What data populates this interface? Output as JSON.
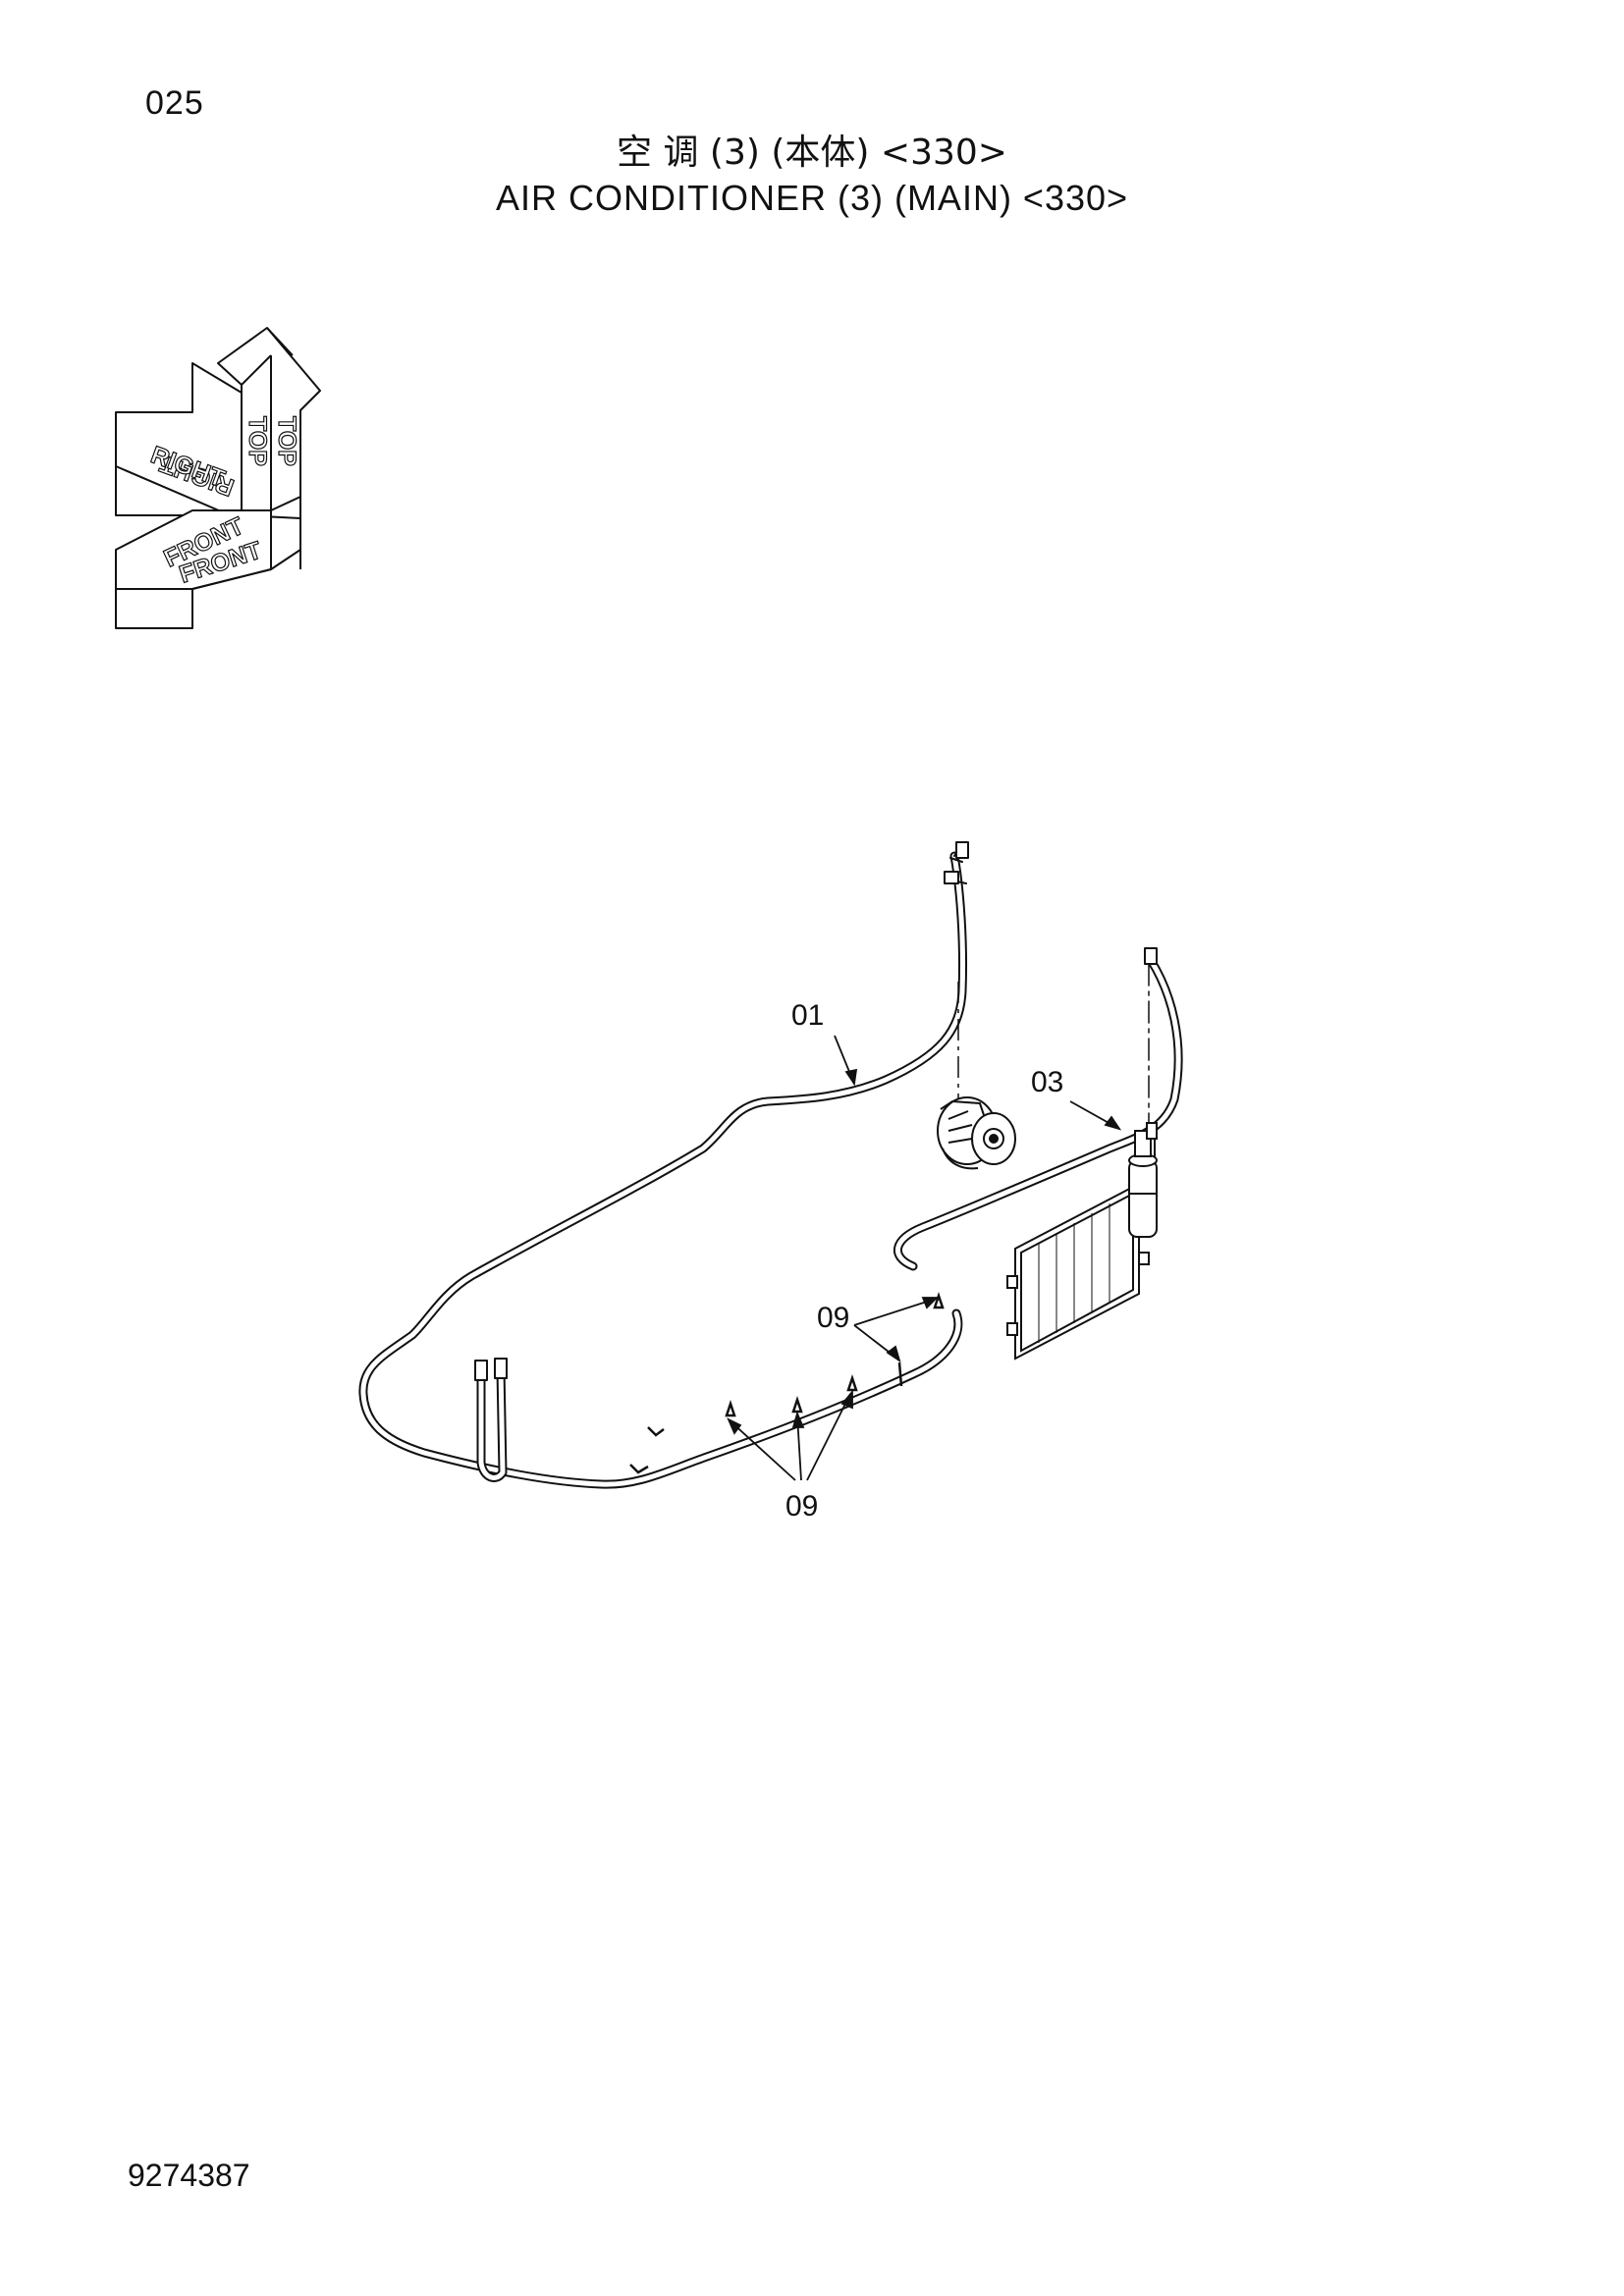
{
  "page_number": "025",
  "title": {
    "cn": "空 调 (3) (本体) <330>",
    "en": "AIR  CONDITIONER  (3) (MAIN) <330>"
  },
  "orientation_labels": {
    "top_a": "TOP",
    "top_b": "TOP",
    "right_a": "RIGHT",
    "right_b": "RIGHT",
    "front_a": "FRONT",
    "front_b": "FRONT"
  },
  "callouts": {
    "hose_01": "01",
    "hose_03": "03",
    "clamp_upper": "09",
    "clamp_lower": "09"
  },
  "drawing_number": "9274387"
}
